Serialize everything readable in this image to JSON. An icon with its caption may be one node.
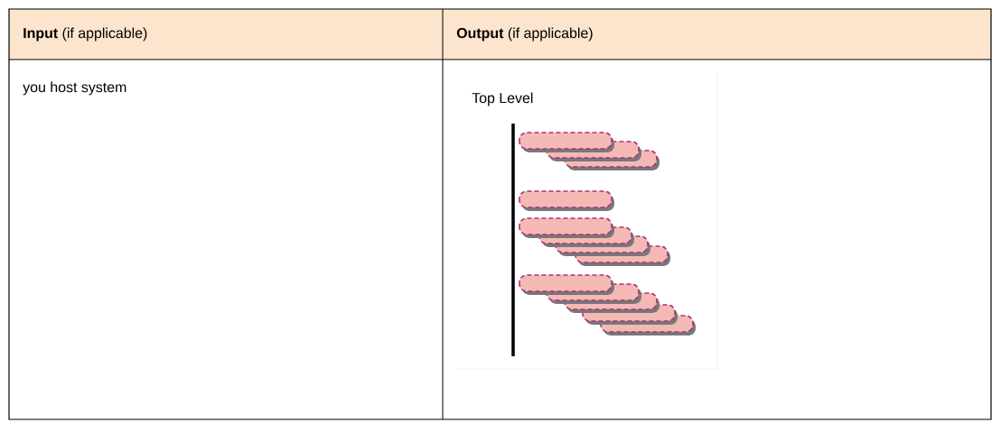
{
  "diagram": {
    "labels": [
      "**Input** (if applicable)",
      "**Output** (if applicable)",
      "you host system",
      "Top Level"
    ]
  }
}
